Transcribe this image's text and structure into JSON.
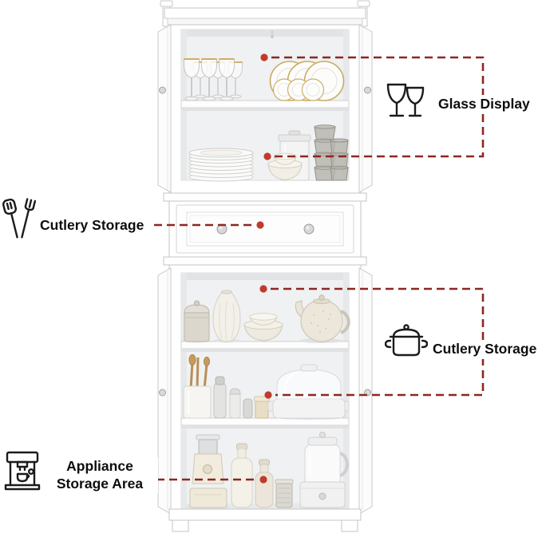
{
  "colors": {
    "background": "#ffffff",
    "dash_line": "#8c2722",
    "dot": "#c23a2d",
    "label_text": "#0d0d0d"
  },
  "annotations": {
    "glass_display": {
      "label": "Glass Display",
      "icon": "wine-glasses-icon"
    },
    "cutlery_storage_left": {
      "label": "Cutlery Storage",
      "icon": "spatula-fork-icon"
    },
    "cutlery_storage_right": {
      "label": "Cutlery Storage",
      "icon": "cooking-pot-icon"
    },
    "appliance_storage": {
      "label_line1": "Appliance",
      "label_line2": "Storage Area",
      "icon": "espresso-machine-icon"
    }
  }
}
